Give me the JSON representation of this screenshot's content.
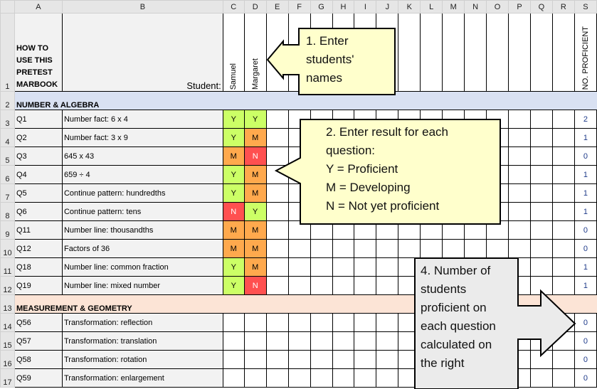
{
  "columns": [
    "A",
    "B",
    "C",
    "D",
    "E",
    "F",
    "G",
    "H",
    "I",
    "J",
    "K",
    "L",
    "M",
    "N",
    "O",
    "P",
    "Q",
    "R",
    "S"
  ],
  "header": {
    "how_to": "HOW TO USE THIS PRETEST MARBOOK",
    "student_label": "Student:",
    "students": [
      "Samuel",
      "Margaret"
    ],
    "count_label": "NO. PROFICIENT"
  },
  "sections": [
    {
      "row": 2,
      "title": "NUMBER & ALGEBRA",
      "color": "#d9e1f2",
      "questions": [
        {
          "row": 3,
          "q": "Q1",
          "desc": "Number fact: 6 x 4",
          "results": [
            "Y",
            "Y"
          ],
          "count": "2"
        },
        {
          "row": 4,
          "q": "Q2",
          "desc": "Number fact: 3 x 9",
          "results": [
            "Y",
            "M"
          ],
          "count": "1"
        },
        {
          "row": 5,
          "q": "Q3",
          "desc": "645 x 43",
          "results": [
            "M",
            "N"
          ],
          "count": "0"
        },
        {
          "row": 6,
          "q": "Q4",
          "desc": "659 ÷ 4",
          "results": [
            "Y",
            "M"
          ],
          "count": "1"
        },
        {
          "row": 7,
          "q": "Q5",
          "desc": "Continue pattern: hundredths",
          "results": [
            "Y",
            "M"
          ],
          "count": "1"
        },
        {
          "row": 8,
          "q": "Q6",
          "desc": "Continue pattern: tens",
          "results": [
            "N",
            "Y"
          ],
          "count": "1"
        },
        {
          "row": 9,
          "q": "Q11",
          "desc": "Number line: thousandths",
          "results": [
            "M",
            "M"
          ],
          "count": "0"
        },
        {
          "row": 10,
          "q": "Q12",
          "desc": "Factors of 36",
          "results": [
            "M",
            "M"
          ],
          "count": "0"
        },
        {
          "row": 11,
          "q": "Q18",
          "desc": "Number line: common fraction",
          "results": [
            "Y",
            "M"
          ],
          "count": "1"
        },
        {
          "row": 12,
          "q": "Q19",
          "desc": "Number line: mixed number",
          "results": [
            "Y",
            "N"
          ],
          "count": "1"
        }
      ]
    },
    {
      "row": 13,
      "title": "MEASUREMENT & GEOMETRY",
      "color": "#fce4d6",
      "questions": [
        {
          "row": 14,
          "q": "Q56",
          "desc": "Transformation: reflection",
          "results": [
            "",
            ""
          ],
          "count": "0"
        },
        {
          "row": 15,
          "q": "Q57",
          "desc": "Transformation: translation",
          "results": [
            "",
            ""
          ],
          "count": "0"
        },
        {
          "row": 16,
          "q": "Q58",
          "desc": "Transformation: rotation",
          "results": [
            "",
            ""
          ],
          "count": "0"
        },
        {
          "row": 17,
          "q": "Q59",
          "desc": "Transformation: enlargement",
          "results": [
            "",
            ""
          ],
          "count": "0"
        }
      ]
    }
  ],
  "callouts": [
    {
      "lines": [
        "1. Enter",
        "students'",
        "names"
      ]
    },
    {
      "lines": [
        "2. Enter result for each",
        "question:",
        "Y = Proficient",
        "M = Developing",
        "N = Not yet proficient"
      ]
    },
    {
      "lines": [
        "4. Number of",
        "students",
        "proficient on",
        "each question",
        "calculated on",
        "the right"
      ]
    }
  ]
}
